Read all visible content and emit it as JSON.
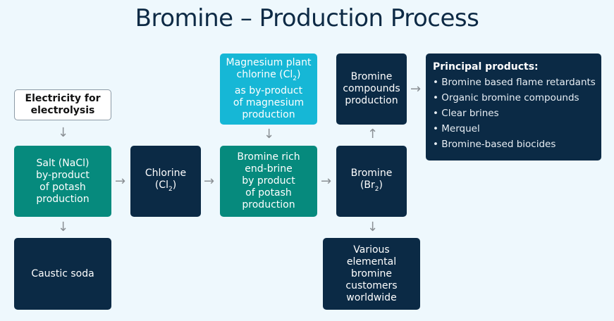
{
  "title": "Bromine – Production Process",
  "boxes": {
    "electricity": {
      "lines": [
        "Electricity for",
        "electrolysis"
      ]
    },
    "salt": {
      "lines": [
        "Salt (NaCl)",
        "by-product",
        "of potash",
        "production"
      ]
    },
    "caustic": {
      "lines": [
        "Caustic soda"
      ]
    },
    "chlorine": {
      "line1": "Chlorine",
      "formula_pre": "(Cl",
      "formula_sub": "2",
      "formula_post": ")"
    },
    "magnesium": {
      "line1": "Magnesium plant",
      "line2_pre": "chlorine (Cl",
      "line2_sub": "2",
      "line2_post": ")",
      "line3": "as by-product",
      "line4": "of magnesium",
      "line5": "production"
    },
    "brine": {
      "lines": [
        "Bromine rich",
        "end-brine",
        "by product",
        "of potash",
        "production"
      ]
    },
    "compounds": {
      "lines": [
        "Bromine",
        "compounds",
        "production"
      ]
    },
    "bromine": {
      "line1": "Bromine",
      "formula_pre": "(Br",
      "formula_sub": "2",
      "formula_post": ")"
    },
    "customers": {
      "lines": [
        "Various",
        "elemental",
        "bromine",
        "customers",
        "worldwide"
      ]
    }
  },
  "products": {
    "heading": "Principal products:",
    "items": [
      "Bromine based flame retardants",
      "Organic bromine compounds",
      "Clear brines",
      "Merquel",
      "Bromine-based biocides"
    ]
  },
  "colors": {
    "dark": "#0b2a45",
    "teal": "#068a7d",
    "cyan": "#16b7d6",
    "background": "#eef8fd"
  },
  "arrows": {
    "down": "↓",
    "right": "→",
    "up": "↑"
  }
}
